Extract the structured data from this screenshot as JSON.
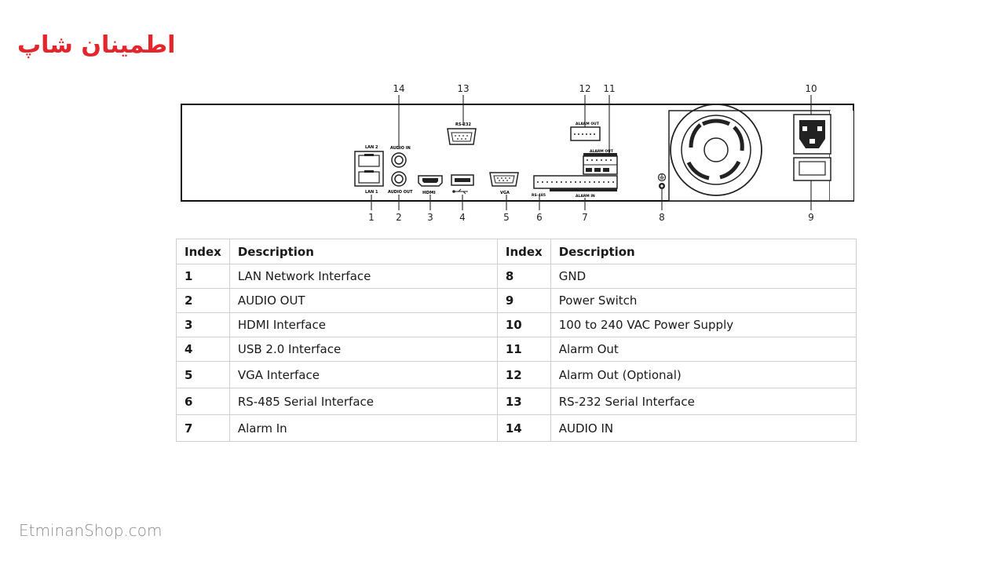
{
  "brand": {
    "logo_text": "اطمینان شاپ",
    "website": "EtminanShop.com",
    "accent": "#e3262c"
  },
  "panel": {
    "port_labels": {
      "lan2": "LAN 2",
      "lan1": "LAN 1",
      "audio_in": "AUDIO IN",
      "audio_out": "AUDIO OUT",
      "hdmi": "HDMI",
      "vga": "VGA",
      "rs232": "RS-232",
      "rs485": "RS-485",
      "alarm_out_top": "ALARM OUT",
      "alarm_out": "ALARM OUT",
      "alarm_in": "ALARM IN"
    },
    "callouts": [
      "1",
      "2",
      "3",
      "4",
      "5",
      "6",
      "7",
      "8",
      "9",
      "10",
      "11",
      "12",
      "13",
      "14"
    ]
  },
  "table": {
    "headers": [
      "Index",
      "Description",
      "Index",
      "Description"
    ],
    "rows": [
      {
        "left_index": "1",
        "left_desc": "LAN Network Interface",
        "right_index": "8",
        "right_desc": "GND"
      },
      {
        "left_index": "2",
        "left_desc": "AUDIO OUT",
        "right_index": "9",
        "right_desc": "Power Switch"
      },
      {
        "left_index": "3",
        "left_desc": "HDMI Interface",
        "right_index": "10",
        "right_desc": "100 to 240 VAC Power Supply"
      },
      {
        "left_index": "4",
        "left_desc": "USB 2.0 Interface",
        "right_index": "11",
        "right_desc": "Alarm Out"
      },
      {
        "left_index": "5",
        "left_desc": "VGA Interface",
        "right_index": "12",
        "right_desc": "Alarm Out (Optional)"
      },
      {
        "left_index": "6",
        "left_desc": "RS-485 Serial Interface",
        "right_index": "13",
        "right_desc": "RS-232 Serial Interface"
      },
      {
        "left_index": "7",
        "left_desc": "Alarm In",
        "right_index": "14",
        "right_desc": "AUDIO IN"
      }
    ]
  }
}
